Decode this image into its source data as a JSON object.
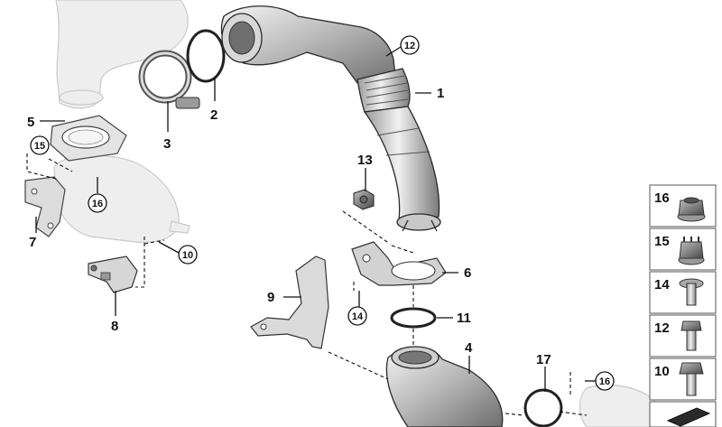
{
  "callouts": [
    {
      "id": "p1",
      "label": "1"
    },
    {
      "id": "p2",
      "label": "2"
    },
    {
      "id": "p3",
      "label": "3"
    },
    {
      "id": "p4",
      "label": "4"
    },
    {
      "id": "p5",
      "label": "5"
    },
    {
      "id": "p6",
      "label": "6"
    },
    {
      "id": "p7",
      "label": "7"
    },
    {
      "id": "p8",
      "label": "8"
    },
    {
      "id": "p9",
      "label": "9"
    },
    {
      "id": "p11",
      "label": "11"
    },
    {
      "id": "p13",
      "label": "13"
    },
    {
      "id": "p17",
      "label": "17"
    }
  ],
  "circled_callouts": [
    {
      "id": "c12",
      "label": "12"
    },
    {
      "id": "c15",
      "label": "15"
    },
    {
      "id": "c16a",
      "label": "16"
    },
    {
      "id": "c10",
      "label": "10"
    },
    {
      "id": "c14",
      "label": "14"
    },
    {
      "id": "c16b",
      "label": "16"
    }
  ],
  "legend": [
    {
      "label": "16",
      "part": "flange-nut"
    },
    {
      "label": "15",
      "part": "castle-nut"
    },
    {
      "label": "14",
      "part": "collar-bolt"
    },
    {
      "label": "12",
      "part": "hex-screw"
    },
    {
      "label": "10",
      "part": "hex-bolt"
    },
    {
      "label": "",
      "part": "shim-plate"
    }
  ]
}
